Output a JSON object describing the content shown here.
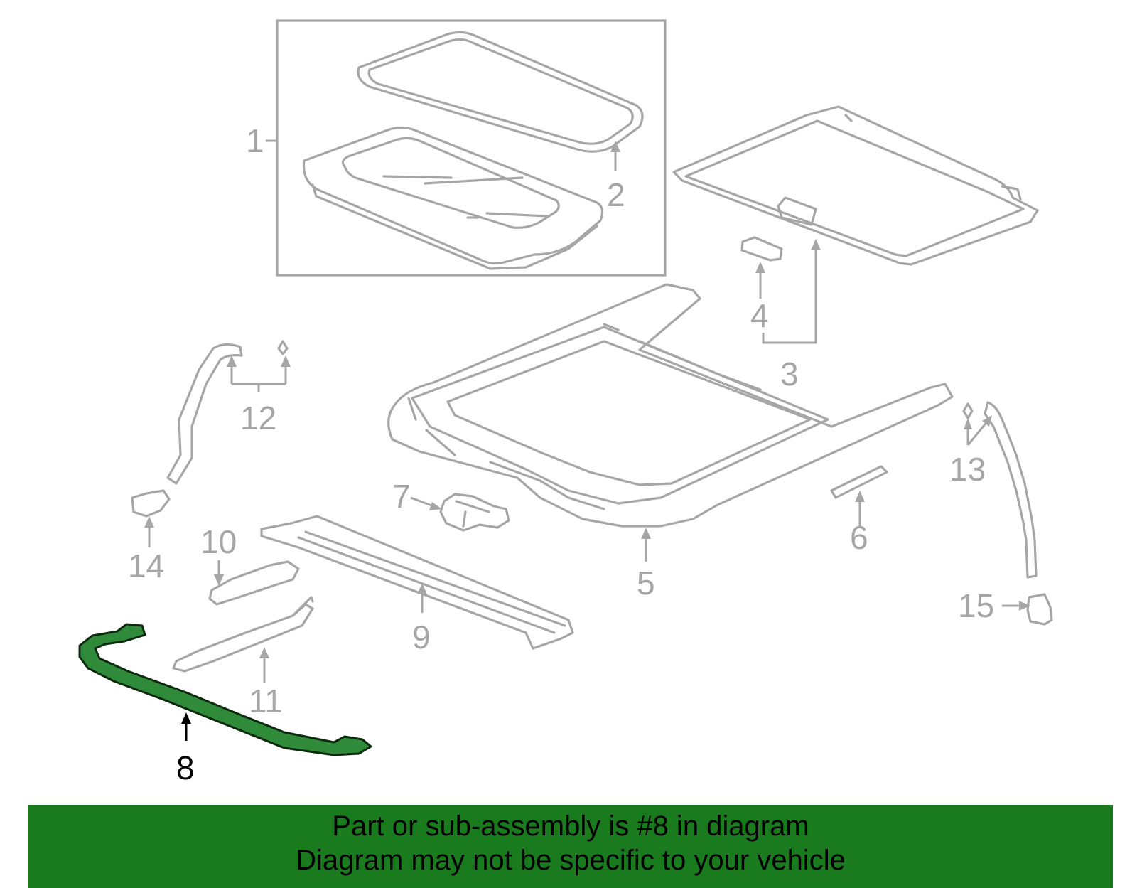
{
  "callouts": {
    "c1": "1",
    "c2": "2",
    "c3": "3",
    "c4": "4",
    "c5": "5",
    "c6": "6",
    "c7": "7",
    "c8": "8",
    "c9": "9",
    "c10": "10",
    "c11": "11",
    "c12": "12",
    "c13": "13",
    "c14": "14",
    "c15": "15"
  },
  "highlighted_part": "8",
  "banner": {
    "line1": "Part or sub-assembly is #8 in diagram",
    "line2": "Diagram may not be specific to your vehicle"
  },
  "colors": {
    "part_outline": "#a6a6a6",
    "highlight_fill": "#2f8a3a",
    "banner_background": "#197b1d",
    "banner_text": "#000000"
  }
}
